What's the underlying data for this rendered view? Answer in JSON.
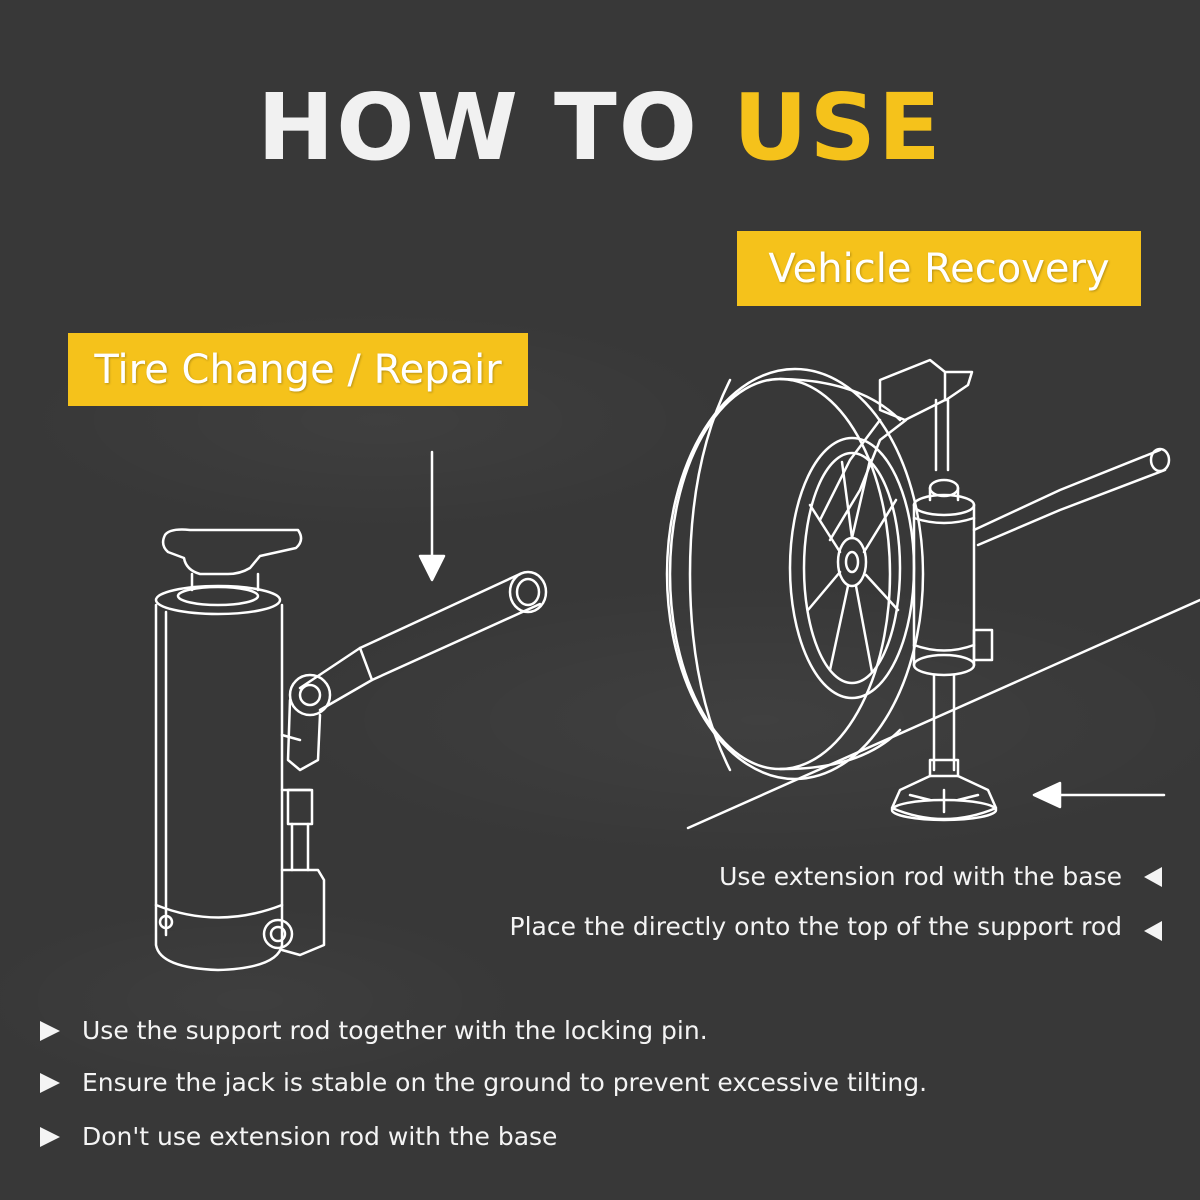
{
  "headline": {
    "part1": "HOW TO",
    "part2": "USE"
  },
  "sections": {
    "repair": {
      "label": "Tire Change / Repair"
    },
    "recovery": {
      "label": "Vehicle Recovery"
    }
  },
  "recovery_notes": [
    "Use extension rod with the base",
    "Place the directly onto the top of the support rod"
  ],
  "repair_notes": [
    "Use the support rod together with the locking pin.",
    "Ensure the jack is stable on the ground to prevent excessive tilting.",
    "Don't use extension rod with the base"
  ],
  "colors": {
    "accent": "#f5c21b",
    "background": "#383838",
    "line": "#ffffff"
  },
  "icons": [
    "bottle-jack-illustration",
    "wheel-with-jack-illustration",
    "arrow-down-icon",
    "arrow-left-icon",
    "triangle-left-icon",
    "triangle-right-icon"
  ]
}
